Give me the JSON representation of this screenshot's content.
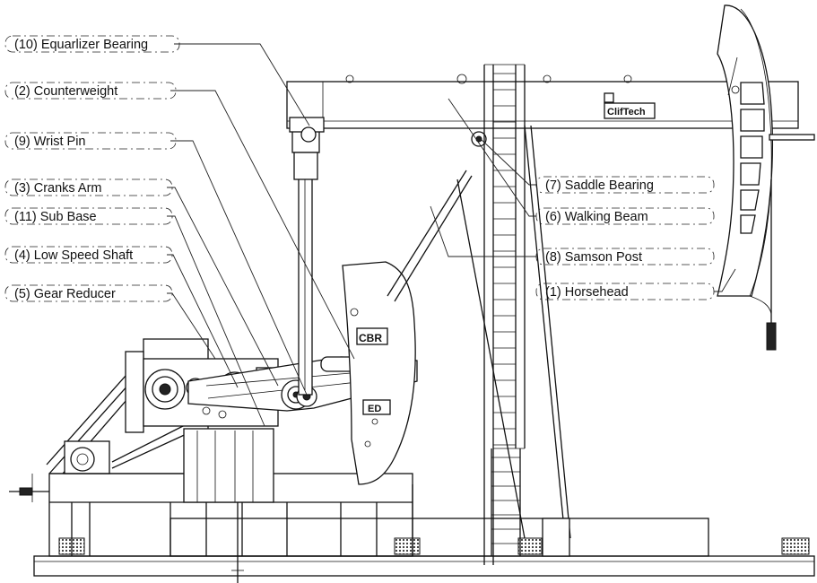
{
  "labels": [
    {
      "id": "equalizer-bearing",
      "text": "(10) Equarlizer Bearing"
    },
    {
      "id": "counterweight",
      "text": "(2) Counterweight"
    },
    {
      "id": "wrist-pin",
      "text": "(9) Wrist Pin"
    },
    {
      "id": "cranks-arm",
      "text": "(3) Cranks Arm"
    },
    {
      "id": "sub-base",
      "text": "(11) Sub Base"
    },
    {
      "id": "low-speed-shaft",
      "text": "(4) Low Speed Shaft"
    },
    {
      "id": "gear-reducer",
      "text": "(5) Gear Reducer"
    },
    {
      "id": "saddle-bearing",
      "text": "(7) Saddle Bearing"
    },
    {
      "id": "walking-beam",
      "text": "(6) Walking Beam"
    },
    {
      "id": "samson-post",
      "text": "(8) Samson Post"
    },
    {
      "id": "horsehead",
      "text": "(1)  Horsehead"
    }
  ],
  "logo_text": "ClifTech",
  "plate_text_1": "CBR",
  "plate_text_2": "ED",
  "colors": {
    "line": "#111111",
    "background": "#ffffff"
  }
}
